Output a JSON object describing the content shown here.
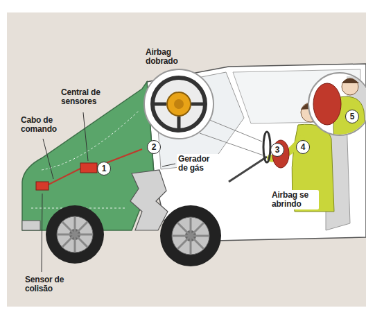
{
  "diagram": {
    "labels": [
      "Airbag dobrado",
      "Central de sensores",
      "5",
      "Cabo de comando",
      "2",
      "4",
      "3",
      "Gerador de gás",
      "1",
      "Airbag se abrindo",
      "Sensor de colisão"
    ]
  }
}
